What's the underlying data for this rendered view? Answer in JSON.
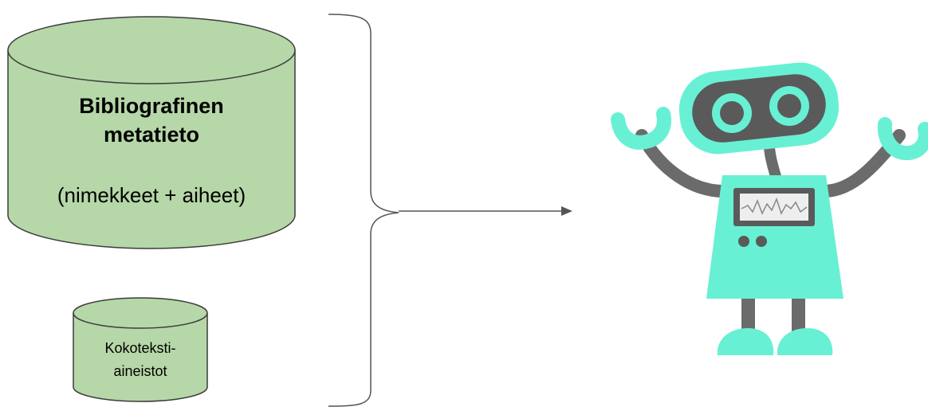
{
  "diagram": {
    "big_db": {
      "title_line1": "Bibliografinen",
      "title_line2": "metatieto",
      "subtitle": "(nimekkeet + aiheet)"
    },
    "small_db": {
      "line1": "Kokoteksti-",
      "line2": "aineistot"
    },
    "colors": {
      "db_fill": "#b6d7a8",
      "db_stroke": "#3b3b3b",
      "robot_teal": "#68f0d4",
      "robot_gray": "#6b6b6b",
      "robot_dark": "#565656"
    },
    "icons": [
      "database-icon",
      "brace-icon",
      "arrow-icon",
      "robot-icon"
    ]
  }
}
